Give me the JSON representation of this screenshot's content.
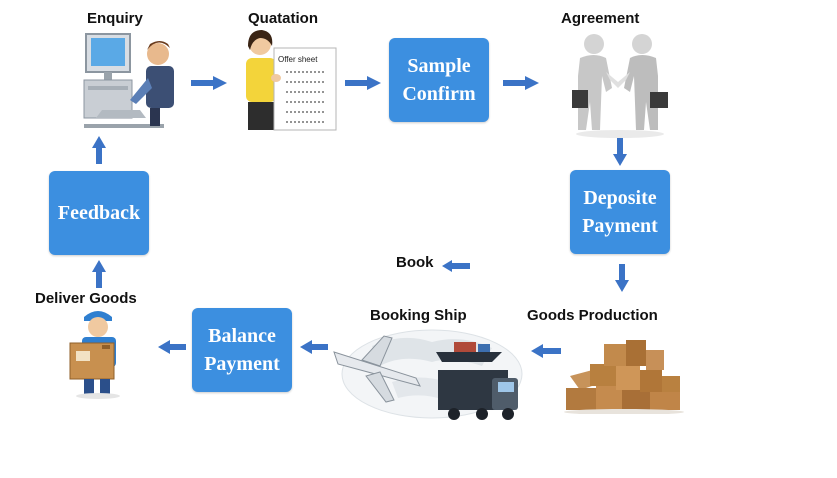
{
  "labels": {
    "enquiry": "Enquiry",
    "quatation": "Quatation",
    "agreement": "Agreement",
    "book": "Book",
    "deliver_goods": "Deliver Goods",
    "booking_ship": "Booking Ship",
    "goods_production": "Goods Production"
  },
  "boxes": {
    "sample_confirm": [
      "Sample",
      "Confirm"
    ],
    "deposite_payment": [
      "Deposite",
      "Payment"
    ],
    "feedback": [
      "Feedback"
    ],
    "balance_payment": [
      "Balance",
      "Payment"
    ]
  },
  "illustration_text": {
    "offer_sheet": "Offer sheet"
  },
  "colors": {
    "box_fill": "#3c8fe0",
    "arrow_fill": "#3b73c6"
  },
  "icons": {
    "enquiry": "person-at-computer-icon",
    "quatation": "woman-with-offer-sheet-icon",
    "agreement": "handshake-icon",
    "deliver_goods": "delivery-man-with-box-icon",
    "booking_ship": "plane-ship-truck-icon",
    "goods_production": "stacked-boxes-icon"
  }
}
